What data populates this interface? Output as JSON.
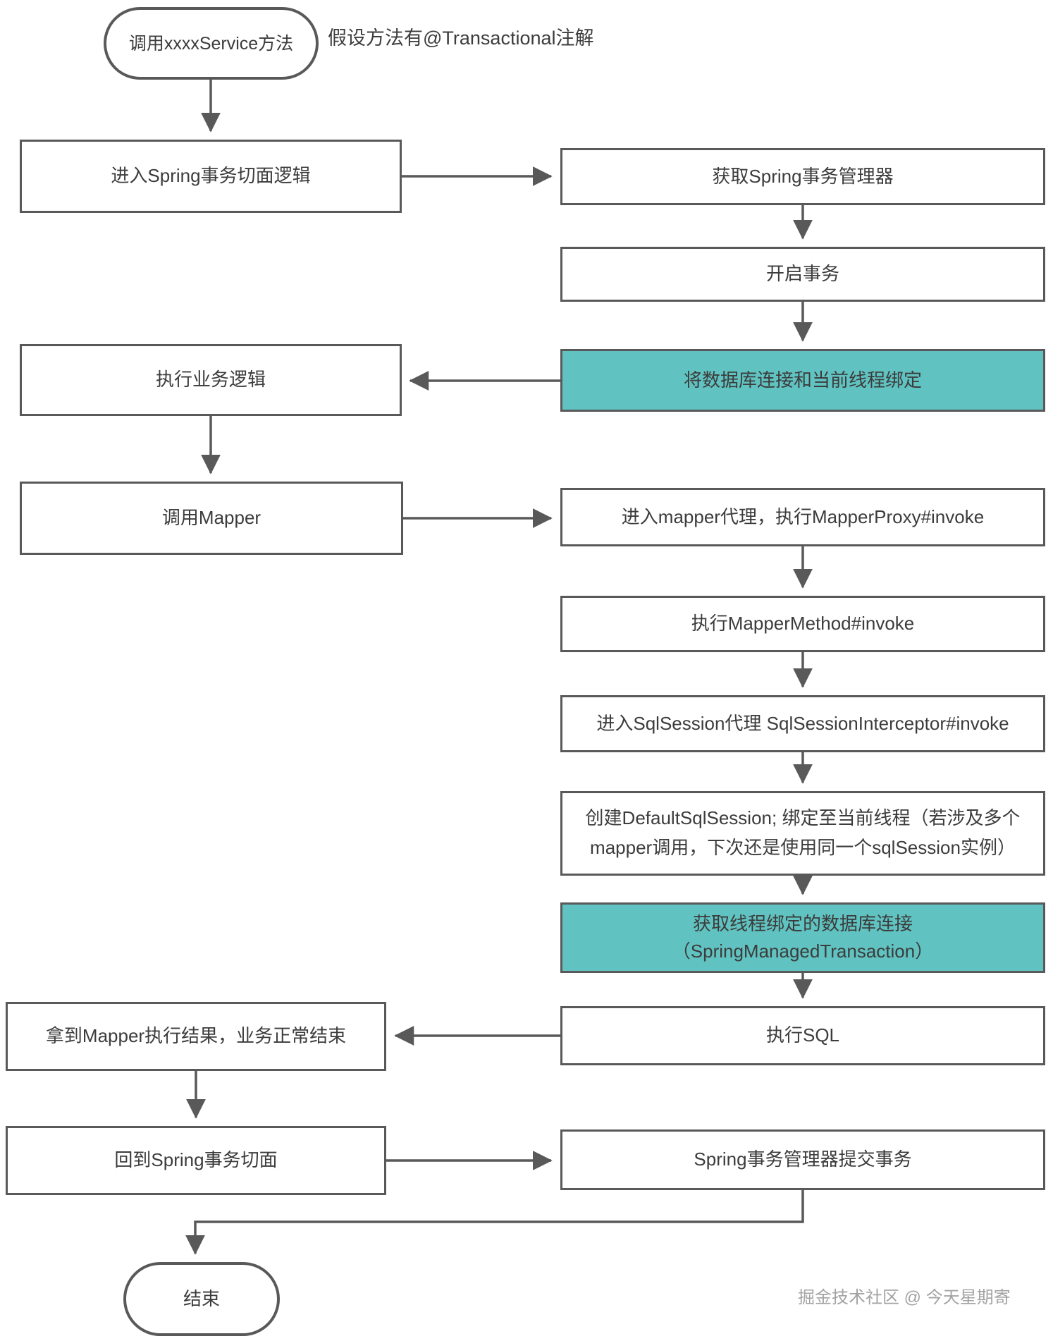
{
  "diagram": {
    "start_node": "调用xxxxService方法",
    "annotation": "假设方法有@Transactional注解",
    "nodes": {
      "enter_aop": "进入Spring事务切面逻辑",
      "get_tx_manager": "获取Spring事务管理器",
      "begin_tx": "开启事务",
      "bind_conn": "将数据库连接和当前线程绑定",
      "exec_business": "执行业务逻辑",
      "call_mapper": "调用Mapper",
      "mapper_proxy": "进入mapper代理，执行MapperProxy#invoke",
      "mapper_method": "执行MapperMethod#invoke",
      "sqlsession_proxy": "进入SqlSession代理 SqlSessionInterceptor#invoke",
      "create_session_line1": "创建DefaultSqlSession; 绑定至当前线程（若涉及多个",
      "create_session_line2": "mapper调用，下次还是使用同一个sqlSession实例）",
      "get_bound_conn_line1": "获取线程绑定的数据库连接",
      "get_bound_conn_line2": "（SpringManagedTransaction）",
      "exec_sql": "执行SQL",
      "mapper_result": "拿到Mapper执行结果，业务正常结束",
      "back_to_aop": "回到Spring事务切面",
      "commit_tx": "Spring事务管理器提交事务",
      "end_node": "结束"
    },
    "watermark": "掘金技术社区 @ 今天星期寄",
    "colors": {
      "highlight_fill": "#60C3C1",
      "border": "#595959",
      "text": "#3c3c3c",
      "watermark": "#a3a3a3"
    }
  }
}
